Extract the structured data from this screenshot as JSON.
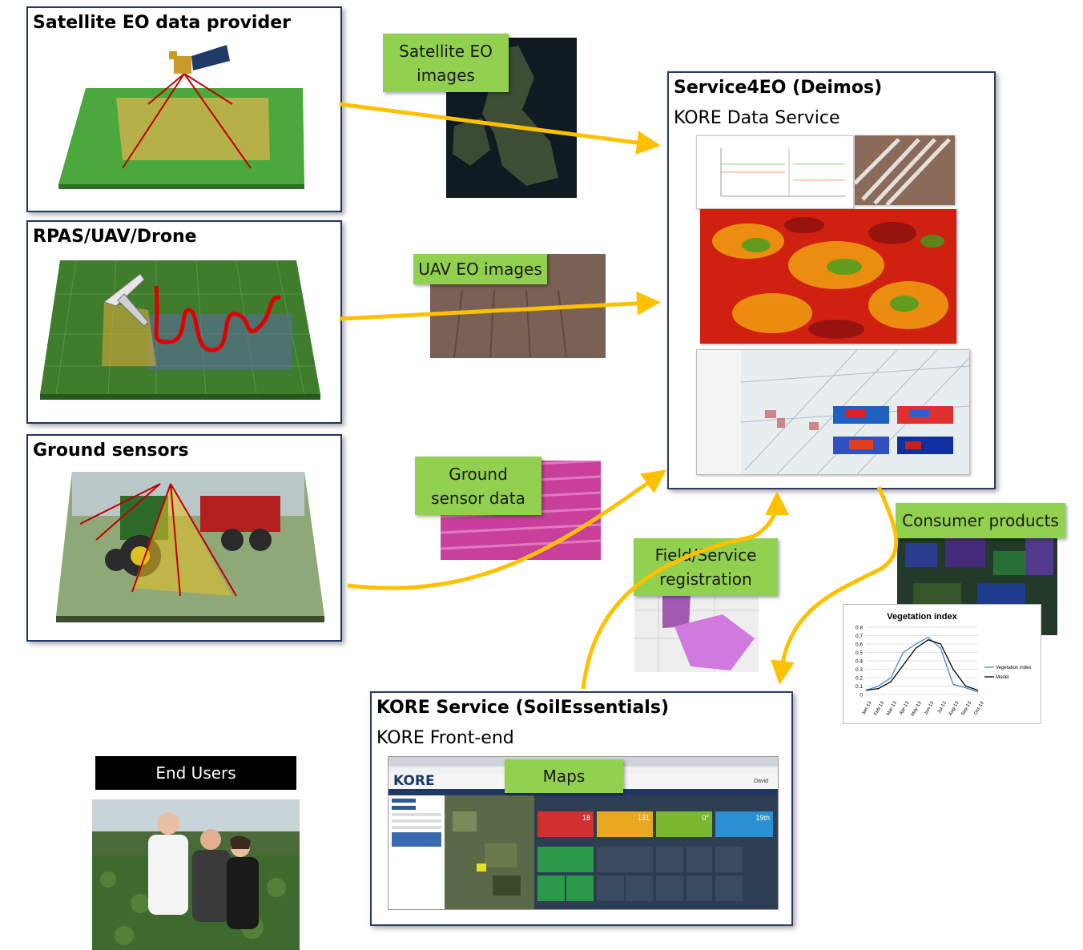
{
  "sources": {
    "satellite": {
      "title": "Satellite EO data provider"
    },
    "uav": {
      "title": "RPAS/UAV/Drone"
    },
    "ground": {
      "title": "Ground sensors"
    }
  },
  "data_labels": {
    "satellite_images": "Satellite EO images",
    "uav_images": "UAV EO images",
    "ground_data": "Ground sensor data",
    "field_registration": "Field/Service registration",
    "consumer_products": "Consumer products",
    "maps": "Maps"
  },
  "service4eo": {
    "title": "Service4EO (Deimos)",
    "subtitle": "KORE Data Service"
  },
  "kore_service": {
    "title": "KORE Service (SoilEssentials)",
    "subtitle": "KORE Front-end"
  },
  "end_users": {
    "label": "End Users"
  },
  "vegetation_chart": {
    "title": "Vegetation index",
    "legend": [
      "Vegetation index",
      "Model"
    ]
  },
  "kore_app": {
    "logo": "KORE",
    "user": "David",
    "tiles": [
      "18",
      "131",
      "0°",
      "19th"
    ]
  },
  "chart_data": {
    "type": "line",
    "title": "Vegetation index",
    "categories": [
      "Jan-13",
      "Feb-13",
      "Mar-13",
      "Apr-13",
      "May-13",
      "Jun-13",
      "Jul-13",
      "Aug-13",
      "Sep-13",
      "Oct-13"
    ],
    "ylim": [
      0,
      0.8
    ],
    "yticks": [
      "0",
      "0.1",
      "0.2",
      "0.3",
      "0.4",
      "0.5",
      "0.6",
      "0.7",
      "0.8"
    ],
    "series": [
      {
        "name": "Vegetation index",
        "color": "#4a86c8",
        "values": [
          0.05,
          0.1,
          0.2,
          0.5,
          0.6,
          0.68,
          0.55,
          0.12,
          0.08,
          0.03
        ]
      },
      {
        "name": "Model",
        "color": "#000000",
        "values": [
          0.05,
          0.07,
          0.15,
          0.35,
          0.55,
          0.65,
          0.6,
          0.3,
          0.1,
          0.05
        ]
      }
    ],
    "legend_position": "right",
    "grid": true
  },
  "colors": {
    "label_green": "#92d050",
    "arrow": "#ffc000",
    "border": "#1f3864"
  }
}
